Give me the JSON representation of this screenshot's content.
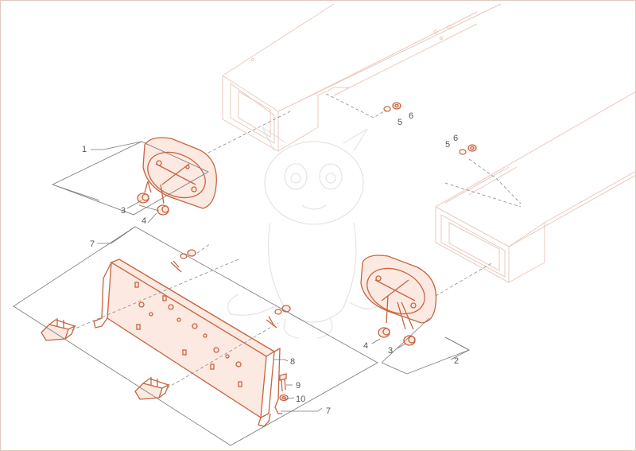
{
  "diagram": {
    "callouts": [
      {
        "id": "c1",
        "text": "1"
      },
      {
        "id": "c2",
        "text": "2"
      },
      {
        "id": "c3a",
        "text": "3"
      },
      {
        "id": "c3b",
        "text": "3"
      },
      {
        "id": "c4a",
        "text": "4"
      },
      {
        "id": "c4b",
        "text": "4"
      },
      {
        "id": "c5a",
        "text": "5"
      },
      {
        "id": "c5b",
        "text": "5"
      },
      {
        "id": "c6a",
        "text": "6"
      },
      {
        "id": "c6b",
        "text": "6"
      },
      {
        "id": "c7a",
        "text": "7"
      },
      {
        "id": "c7b",
        "text": "7"
      },
      {
        "id": "c8",
        "text": "8"
      },
      {
        "id": "c9",
        "text": "9"
      },
      {
        "id": "c10",
        "text": "10"
      }
    ],
    "colors": {
      "highlight_part": "#c8643f",
      "context_part": "#e9c9bf",
      "leader_line": "#777777",
      "background": "#ffffff"
    }
  }
}
